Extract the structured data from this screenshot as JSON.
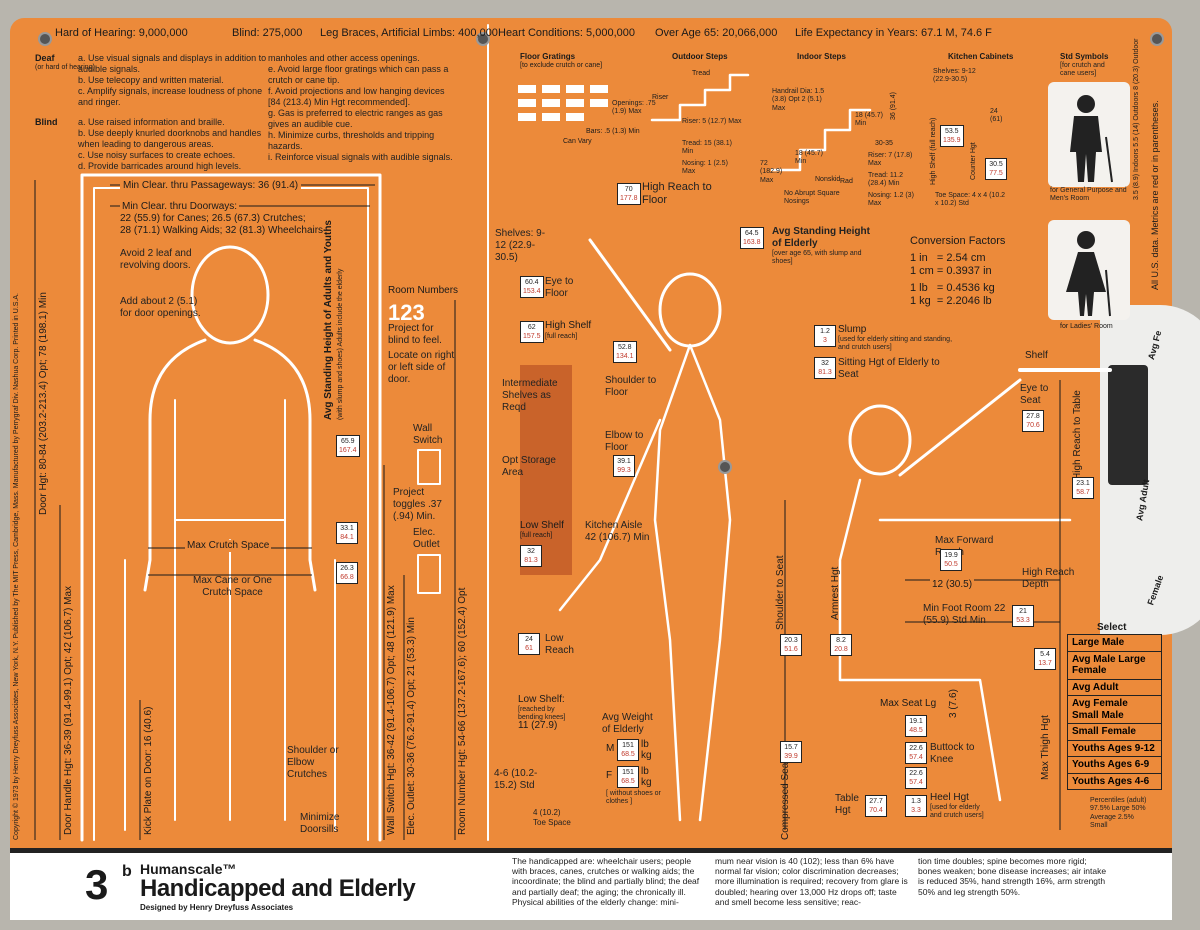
{
  "header_left": {
    "hearing": "Hard of Hearing: 9,000,000",
    "blind": "Blind: 275,000",
    "braces": "Leg Braces, Artificial Limbs: 400,000"
  },
  "header_right": {
    "heart": "Heart Conditions: 5,000,000",
    "age65": "Over Age 65: 20,066,000",
    "life": "Life Expectancy in Years: 67.1 M, 74.6 F"
  },
  "deaf": {
    "label": "Deaf",
    "sub": "(or hard of hearing)",
    "a": "a. Use visual signals and displays in addition to audible signals.",
    "b": "b. Use telecopy and written material.",
    "c": "c. Amplify signals, increase loudness of phone and ringer."
  },
  "blind": {
    "label": "Blind",
    "a": "a. Use raised information and braille.",
    "b": "b. Use deeply knurled doorknobs and handles when leading to dangerous areas.",
    "c": "c. Use noisy surfaces to create echoes.",
    "d": "d. Provide barricades around high levels."
  },
  "general": {
    "d_cont": "manholes and other access openings.",
    "e": "e. Avoid large floor gratings which can pass a crutch or cane tip.",
    "f": "f. Avoid projections and low hanging devices [84 (213.4) Min Hgt recommended].",
    "g": "g. Gas is preferred to electric ranges as gas gives an audible cue.",
    "h": "h. Minimize curbs, thresholds and tripping hazards.",
    "i": "i. Reinforce visual signals with audible signals."
  },
  "door": {
    "min_passage": "Min Clear. thru Passageways: 36 (91.4)",
    "min_doorways_1": "Min Clear. thru Doorways:",
    "min_doorways_2": "22 (55.9) for Canes; 26.5 (67.3) Crutches;",
    "min_doorways_3": "28 (71.1) Walking Aids; 32 (81.3) Wheelchairs",
    "avoid": "Avoid 2 leaf and revolving doors.",
    "add": "Add about 2 (5.1) for door openings.",
    "door_hgt": "Door Hgt: 80-84 (203.2-213.4) Opt; 78 (198.1) Min",
    "handle_hgt": "Door Handle Hgt: 36-39 (91.4-99.1) Opt; 42 (106.7) Max",
    "kick": "Kick Plate on Door: 16 (40.6)",
    "avg_standing": "Avg Standing Height of Adults and Youths",
    "avg_standing_sub": "(with slump and shoes) Adults include the elderly",
    "max_crutch": "Max Crutch Space",
    "max_cane": "Max Cane or One Crutch Space",
    "shoulder_elbow": "Shoulder or Elbow Crutches",
    "minimize": "Minimize Doorsills",
    "b65": "65.9",
    "b65m": "167.4",
    "b33": "33.1",
    "b33m": "84.1",
    "b26": "26.3",
    "b26m": "66.8"
  },
  "copyright": "Copyright © 1973 by Henry Dreyfuss Associates, New York, N.Y. Published by The MIT Press, Cambridge, Mass. Manufactured by Perrygraf Div. Nashua Corp. Printed in U.S.A.",
  "switch": {
    "room_numbers": "Room Numbers",
    "num": "123",
    "project": "Project for blind to feel.",
    "locate": "Locate on right or left side of door.",
    "wall": "Wall Switch",
    "toggles": "Project toggles .37 (.94) Min.",
    "elec": "Elec. Outlet",
    "wall_hgt": "Wall Switch Hgt: 36-42 (91.4-106.7) Opt; 48 (121.9) Max",
    "elec_hgt": "Elec. Outlet: 30-36 (76.2-91.4) Opt; 21 (53.3) Min",
    "room_hgt": "Room Number Hgt: 54-66 (137.2-167.6); 60 (152.4) Opt"
  },
  "floor": {
    "gratings": "Floor Gratings",
    "gratings_sub": "[to exclude crutch or cane]",
    "openings": "Openings: .75 (1.9) Max",
    "bars": "Bars: .5 (1.3) Min",
    "canvary": "Can Vary",
    "outdoor": "Outdoor Steps",
    "tread": "Tread",
    "riser": "Riser",
    "o_riser": "Riser: 5 (12.7) Max",
    "o_tread": "Tread: 15 (38.1) Min",
    "o_nosing": "Nosing: 1 (2.5) Max",
    "indoor": "Indoor Steps",
    "handrail": "Handrail Dia: 1.5 (3.8) Opt 2 (5.1) Max",
    "i_72": "72 (182.9) Max",
    "i_18": "18 (45.7) Min",
    "i_18b": "18 (45.7) Min",
    "i_30": "30-35",
    "i_36": "36 (91.4)",
    "nonskid": "Nonskid",
    "rad": "Rad",
    "no_abrupt": "No Abrupt Square Nosings",
    "i_riser": "Riser: 7 (17.8) Max",
    "i_tread": "Tread: 11.2 (28.4) Min",
    "i_nosing": "Nosing: 1.2 (3) Max",
    "kitchen": "Kitchen Cabinets",
    "shelves": "Shelves: 9-12 (22.9-30.5)",
    "k24": "24 (61)",
    "k53": "53.5",
    "k53m": "135.9",
    "k30": "30.5",
    "k30m": "77.5",
    "counter": "Counter Hgt",
    "high_shelf": "High Shelf (full reach)",
    "toe": "Toe Space: 4 x 4 (10.2 x 10.2) Std",
    "std": "Std Symbols",
    "std_sub": "[for crutch and cane users]",
    "general_room": "for General Purpose and Men's Room",
    "ladies_room": "for Ladies' Room",
    "side_dims": "3.5 (8.9) Indoors 5.5 (14) Outdoors 8 (20.3) Outdoor",
    "metrics_note": "All U.S. data. Metrics are red or in parentheses."
  },
  "standing": {
    "shelves": "Shelves: 9-12 (22.9-30.5)",
    "high_reach": "High Reach to Floor",
    "b70": "70",
    "b70m": "177.8",
    "avg_elderly": "Avg Standing Height of Elderly",
    "avg_elderly_sub": "[over age 65, with slump and shoes]",
    "b64": "64.5",
    "b64m": "163.8",
    "eye": "Eye to Floor",
    "b60": "60.4",
    "b60m": "153.4",
    "high_shelf": "High Shelf",
    "high_shelf_sub": "[full reach]",
    "b62": "62",
    "b62m": "157.5",
    "shoulder": "Shoulder to Floor",
    "b52": "52.8",
    "b52m": "134.1",
    "intermediate": "Intermediate Shelves as Reqd",
    "opt_storage": "Opt Storage Area",
    "elbow": "Elbow to Floor",
    "b39": "39.1",
    "b39m": "99.3",
    "low_shelf": "Low Shelf",
    "low_shelf_sub": "[full reach]",
    "kitchen_aisle": "Kitchen Aisle 42 (106.7) Min",
    "b32": "32",
    "b32m": "81.3",
    "low_reach": "Low Reach",
    "b24": "24",
    "b24m": "61",
    "low_shelf2": "Low Shelf:",
    "low_shelf2_sub": "[reached by bending knees]",
    "low_shelf2_val": "11 (27.9)",
    "avg_weight": "Avg Weight of Elderly",
    "wm": "M",
    "wf": "F",
    "b151": "151",
    "b151m": "68.5",
    "b151f": "151",
    "b151fm": "68.5",
    "lb": "lb",
    "kg": "kg",
    "without": "[ without shoes or clothes ]",
    "toe_std": "4-6 (10.2-15.2) Std",
    "toe_space": "4 (10.2) Toe Space"
  },
  "conversion": {
    "title": "Conversion Factors",
    "l1": "1 in   = 2.54 cm",
    "l2": "1 cm = 0.3937 in",
    "l3": "1 lb   = 0.4536 kg",
    "l4": "1 kg  = 2.2046 lb"
  },
  "seated": {
    "slump": "Slump",
    "slump_sub": "[used for elderly sitting and standing, and crutch users]",
    "b12": "1.2",
    "b12m": "3",
    "sitting": "Sitting Hgt of Elderly to Seat",
    "b32": "32",
    "b32m": "81.3",
    "shelf": "Shelf",
    "eye_seat": "Eye to Seat",
    "b27": "27.8",
    "b27m": "70.6",
    "high_reach_table": "High Reach to Table",
    "b23": "23.1",
    "b23m": "58.7",
    "max_forward": "Max Forward Reach",
    "b19": "19.9",
    "b19m": "50.5",
    "d12": "12 (30.5)",
    "high_reach_depth": "High Reach Depth",
    "shoulder_seat": "Shoulder to Seat",
    "armrest": "Armrest Hgt",
    "b20": "20.3",
    "b20m": "51.6",
    "b8": "8.2",
    "b8m": "20.8",
    "min_foot": "Min Foot Room 22 (55.9) Std Min",
    "b21": "21",
    "b21m": "53.3",
    "b54": "5.4",
    "b54m": "13.7",
    "max_seat": "Max Seat Lg",
    "d3": "3 (7.6)",
    "b191": "19.1",
    "b191m": "48.5",
    "buttock": "Buttock to Knee",
    "b226": "22.6",
    "b226m": "57.4",
    "b226b": "22.6",
    "b226bm": "57.4",
    "compressed": "Compressed Seat Hgt",
    "b157": "15.7",
    "b157m": "39.9",
    "table": "Table Hgt",
    "b277": "27.7",
    "b277m": "70.4",
    "heel": "Heel Hgt",
    "heel_sub": "[used for elderly and crutch users]",
    "b13": "1.3",
    "b13m": "3.3",
    "max_thigh": "Max Thigh Hgt"
  },
  "select": {
    "title": "Select",
    "items": [
      "Large Male",
      "Avg Male Large Female",
      "Avg Adult",
      "Avg Female Small Male",
      "Small Female",
      "Youths Ages 9-12",
      "Youths Ages 6-9",
      "Youths Ages 4-6"
    ],
    "percentiles": "Percentiles (adult) 97.5% Large 50% Average 2.5% Small"
  },
  "wheel": {
    "avg_fe": "Avg Fe",
    "avg_adult": "Avg Adult",
    "female": "Female"
  },
  "footer": {
    "num": "3",
    "sup": "b",
    "brand": "Humanscale™",
    "title": "Handicapped and Elderly",
    "designer": "Designed by Henry Dreyfuss Associates",
    "p1": "The handicapped are: wheelchair users; people with braces, canes, crutches or walking aids; the incoordinate; the blind and partially blind; the deaf and partially deaf; the aging; the chronically ill. Physical abilities of the elderly change: mini-",
    "p2": "mum near vision is 40 (102); less than 6% have normal far vision; color discrimination decreases; more illumination is required; recovery from glare is doubled; hearing over 13,000 Hz drops off; taste and smell become less sensitive; reac-",
    "p3": "tion time doubles; spine becomes more rigid; bones weaken; bone disease increases; air intake is reduced 35%, hand strength 16%, arm strength 50% and leg strength 50%."
  },
  "colors": {
    "orange": "#ec8a3a",
    "line": "#ffffff",
    "ink": "#1a1a1a",
    "metric": "#c0392b"
  }
}
